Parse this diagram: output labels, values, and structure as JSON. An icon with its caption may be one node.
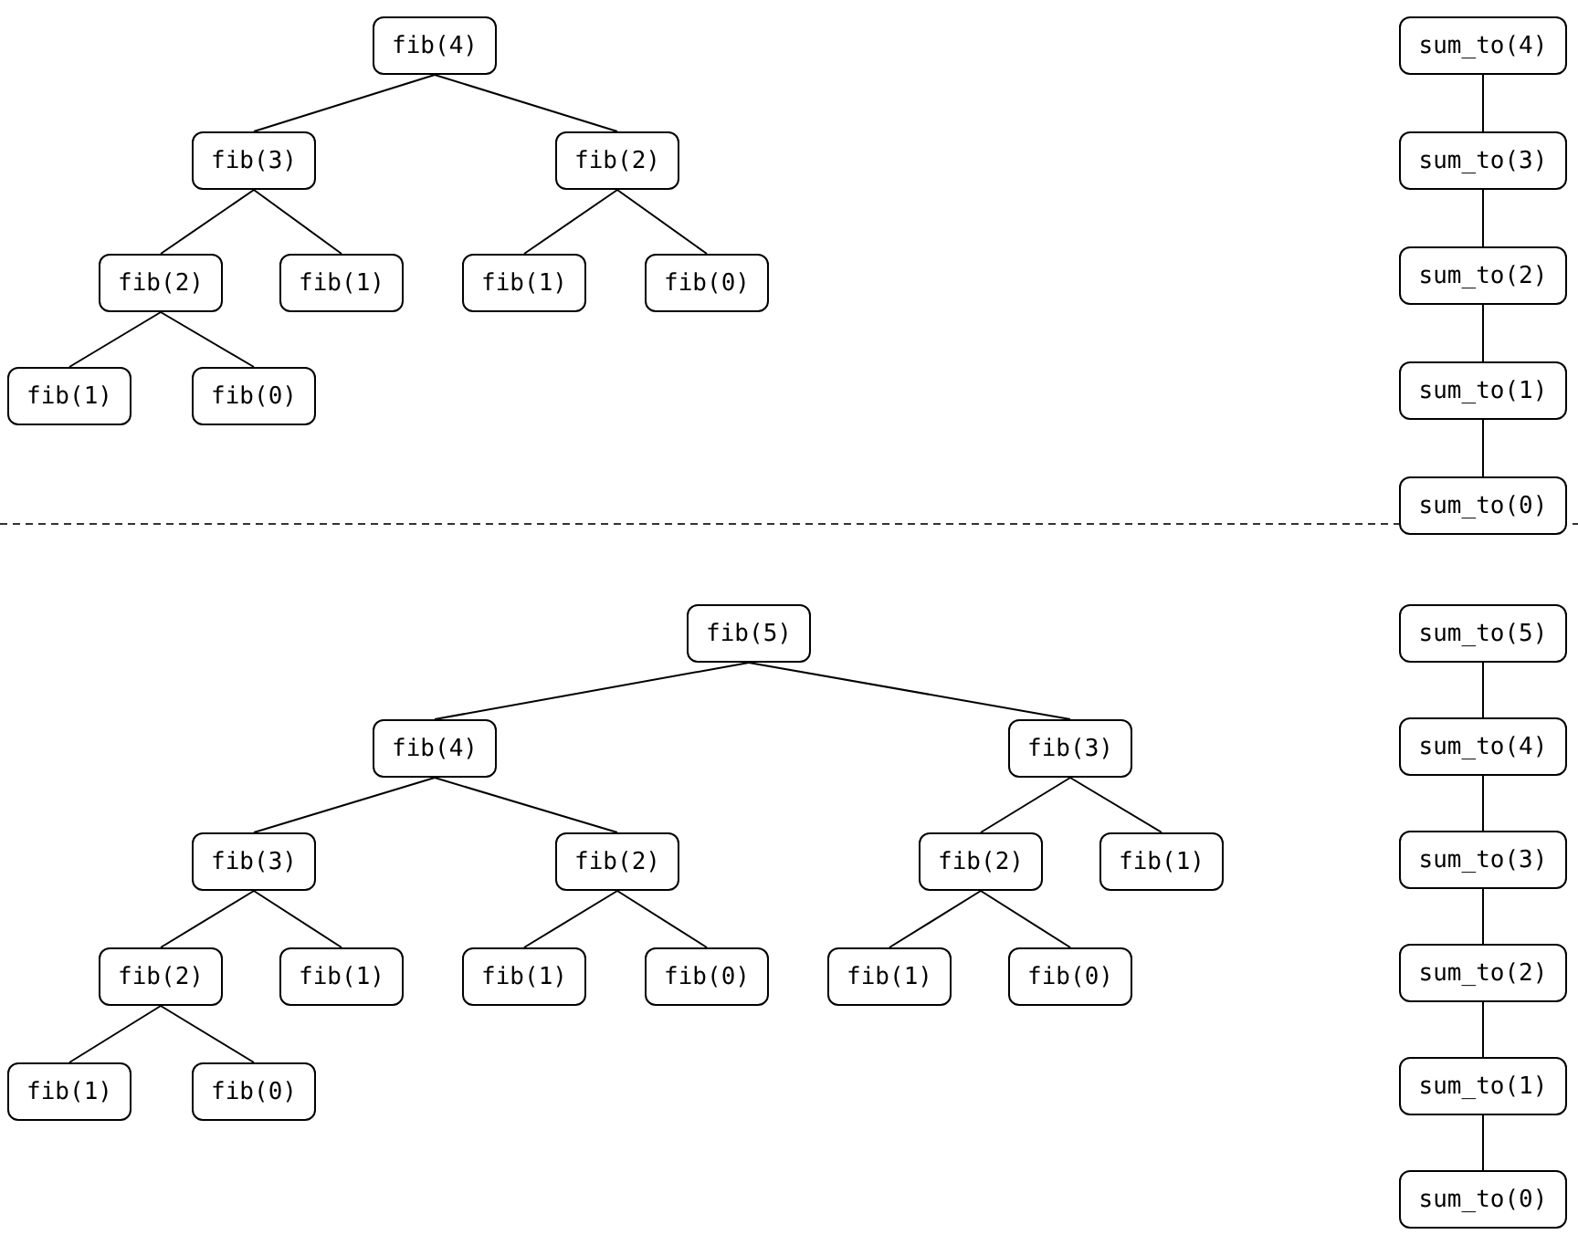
{
  "diagram": {
    "nodes": [
      {
        "text": [
          "fib(4)"
        ]
      },
      {
        "text": [
          "fib(3)"
        ]
      },
      {
        "text": [
          "fib(2)"
        ]
      },
      {
        "text": [
          "fib(2)"
        ]
      },
      {
        "text": [
          "fib(1)"
        ]
      },
      {
        "text": [
          "fib(1)"
        ]
      },
      {
        "text": [
          "fib(0)"
        ]
      },
      {
        "text": [
          "fib(1)"
        ]
      },
      {
        "text": [
          "fib(0)"
        ]
      },
      {
        "text": [
          "sum_to(4)"
        ]
      },
      {
        "text": [
          "sum_to(3)"
        ]
      },
      {
        "text": [
          "sum_to(2)"
        ]
      },
      {
        "text": [
          "sum_to(1)"
        ]
      },
      {
        "text": [
          "sum_to(0)"
        ]
      },
      {
        "text": [
          "fib(5)"
        ]
      },
      {
        "text": [
          "fib(4)"
        ]
      },
      {
        "text": [
          "fib(3)"
        ]
      },
      {
        "text": [
          "fib(3)"
        ]
      },
      {
        "text": [
          "fib(2)"
        ]
      },
      {
        "text": [
          "fib(2)"
        ]
      },
      {
        "text": [
          "fib(1)"
        ]
      },
      {
        "text": [
          "fib(2)"
        ]
      },
      {
        "text": [
          "fib(1)"
        ]
      },
      {
        "text": [
          "fib(1)"
        ]
      },
      {
        "text": [
          "fib(0)"
        ]
      },
      {
        "text": [
          "fib(1)"
        ]
      },
      {
        "text": [
          "fib(0)"
        ]
      },
      {
        "text": [
          "fib(1)"
        ]
      },
      {
        "text": [
          "fib(0)"
        ]
      },
      {
        "text": [
          "sum_to(5)"
        ]
      },
      {
        "text": [
          "sum_to(4)"
        ]
      },
      {
        "text": [
          "sum_to(3)"
        ]
      },
      {
        "text": [
          "sum_to(2)"
        ]
      },
      {
        "text": [
          "sum_to(1)"
        ]
      },
      {
        "text": [
          "sum_to(0)"
        ]
      }
    ],
    "edges": [
      {
        "from": 0,
        "to": 1,
        "arrow": "none"
      },
      {
        "from": 0,
        "to": 2,
        "arrow": "none"
      },
      {
        "from": 1,
        "to": 3,
        "arrow": "none"
      },
      {
        "from": 1,
        "to": 4,
        "arrow": "none"
      },
      {
        "from": 2,
        "to": 5,
        "arrow": "none"
      },
      {
        "from": 2,
        "to": 6,
        "arrow": "none"
      },
      {
        "from": 3,
        "to": 7,
        "arrow": "none"
      },
      {
        "from": 3,
        "to": 8,
        "arrow": "none"
      },
      {
        "from": 9,
        "to": 10,
        "arrow": "none"
      },
      {
        "from": 10,
        "to": 11,
        "arrow": "none"
      },
      {
        "from": 11,
        "to": 12,
        "arrow": "none"
      },
      {
        "from": 12,
        "to": 13,
        "arrow": "none"
      },
      {
        "from": 14,
        "to": 15,
        "arrow": "none"
      },
      {
        "from": 14,
        "to": 16,
        "arrow": "none"
      },
      {
        "from": 15,
        "to": 17,
        "arrow": "none"
      },
      {
        "from": 15,
        "to": 18,
        "arrow": "none"
      },
      {
        "from": 16,
        "to": 19,
        "arrow": "none"
      },
      {
        "from": 16,
        "to": 20,
        "arrow": "none"
      },
      {
        "from": 17,
        "to": 21,
        "arrow": "none"
      },
      {
        "from": 17,
        "to": 22,
        "arrow": "none"
      },
      {
        "from": 18,
        "to": 23,
        "arrow": "none"
      },
      {
        "from": 18,
        "to": 24,
        "arrow": "none"
      },
      {
        "from": 19,
        "to": 25,
        "arrow": "none"
      },
      {
        "from": 19,
        "to": 26,
        "arrow": "none"
      },
      {
        "from": 21,
        "to": 27,
        "arrow": "none"
      },
      {
        "from": 21,
        "to": 28,
        "arrow": "none"
      },
      {
        "from": 29,
        "to": 30,
        "arrow": "none"
      },
      {
        "from": 30,
        "to": 31,
        "arrow": "none"
      },
      {
        "from": 31,
        "to": 32,
        "arrow": "none"
      },
      {
        "from": 32,
        "to": 33,
        "arrow": "none"
      },
      {
        "from": 33,
        "to": 34,
        "arrow": "none"
      }
    ]
  }
}
